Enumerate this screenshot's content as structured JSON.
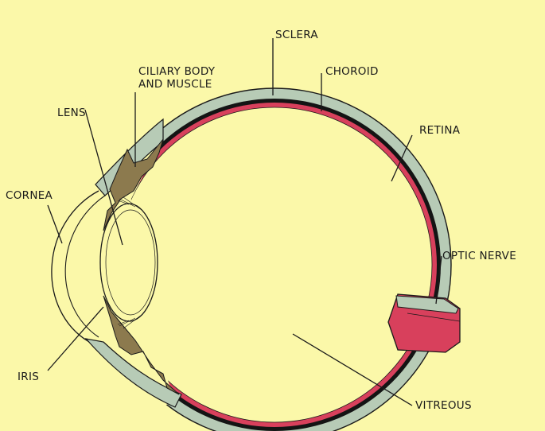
{
  "labels": {
    "sclera": "SCLERA",
    "choroid": "CHOROID",
    "ciliary_line1": "CILIARY BODY",
    "ciliary_line2": "AND MUSCLE",
    "lens": "LENS",
    "retina": "RETINA",
    "cornea": "CORNEA",
    "optic_nerve": "OPTIC NERVE",
    "iris": "IRIS",
    "vitreous": "VITREOUS"
  },
  "colors": {
    "background": "#fbf8a9",
    "sclera": "#b7cbb6",
    "choroid": "#141414",
    "retina": "#d8405c",
    "ciliary": "#8c7a4e",
    "vitreous": "#fbf8a9",
    "outline": "#1a1a1a"
  }
}
